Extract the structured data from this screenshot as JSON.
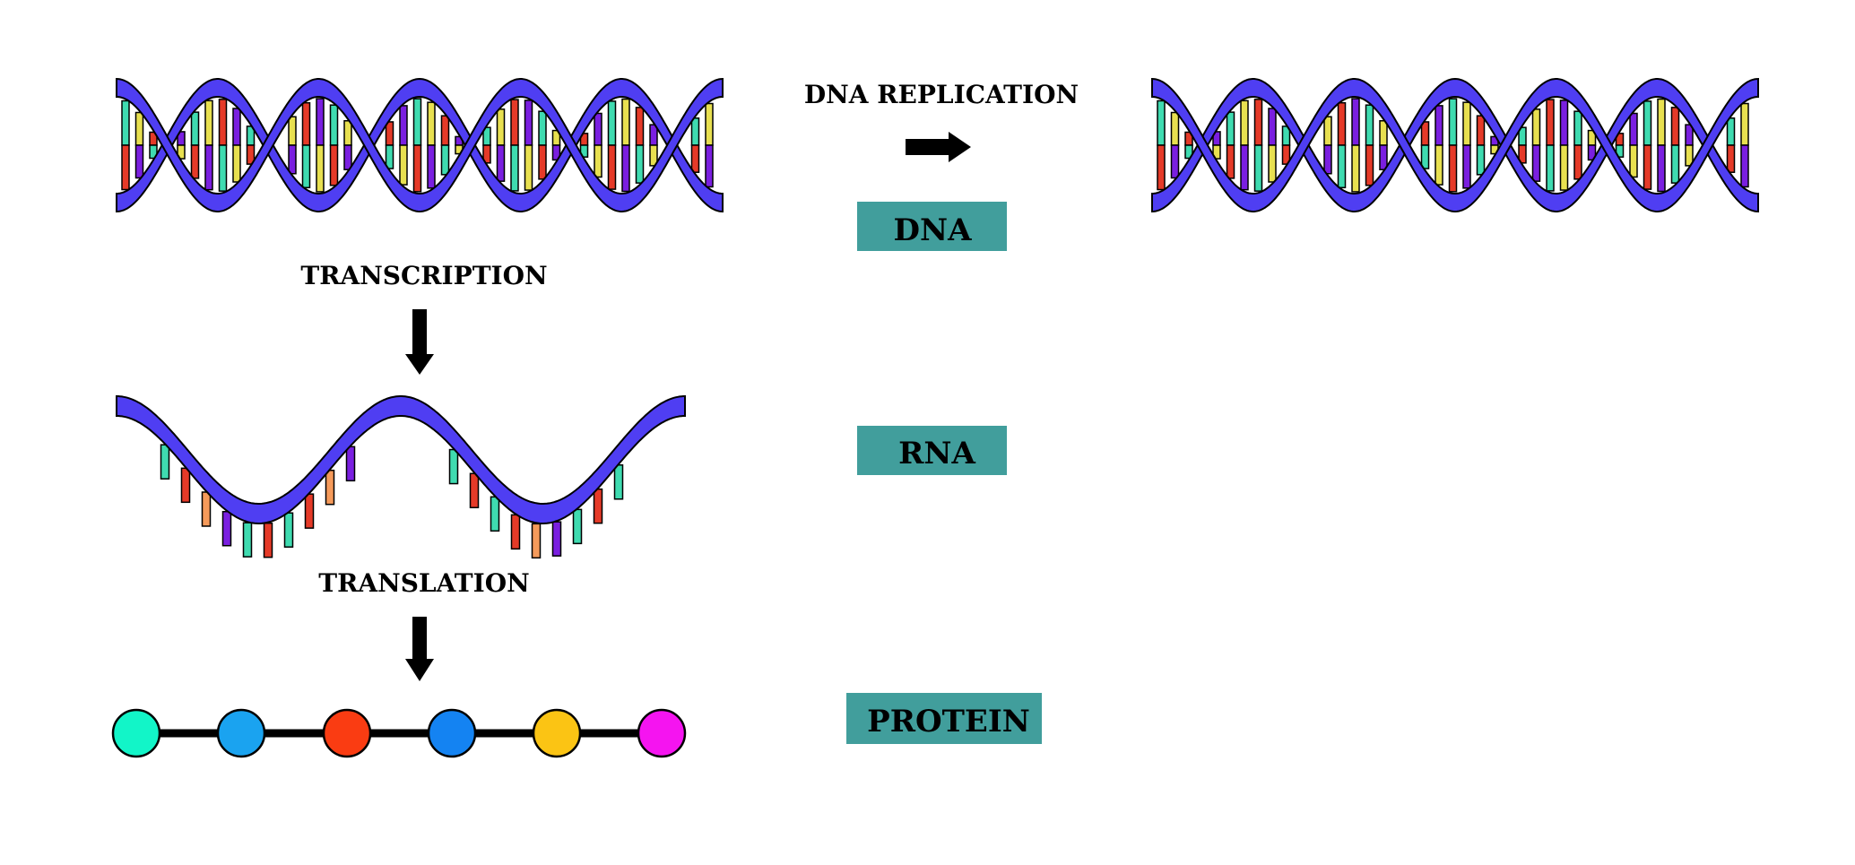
{
  "labels": {
    "dna_replication": "DNA REPLICATION",
    "transcription": "TRANSCRIPTION",
    "translation": "TRANSLATION"
  },
  "boxes": {
    "dna": "DNA",
    "rna": "RNA",
    "protein": "PROTEIN"
  },
  "colors": {
    "backbone": "#4f3ef2",
    "outline": "#000000",
    "box_fill": "#419e9c",
    "base_colors": [
      "#3fdbb0",
      "#e8e050",
      "#e53a28",
      "#7a1fe0",
      "#f59a5a"
    ],
    "amino_acids": [
      "#12f5c8",
      "#1aa3f0",
      "#fa3c12",
      "#1483f2",
      "#fbc414",
      "#f514f0"
    ]
  },
  "icons": [
    "arrow-right-icon",
    "arrow-down-icon",
    "dna-double-helix-icon",
    "rna-strand-icon",
    "protein-chain-icon"
  ]
}
